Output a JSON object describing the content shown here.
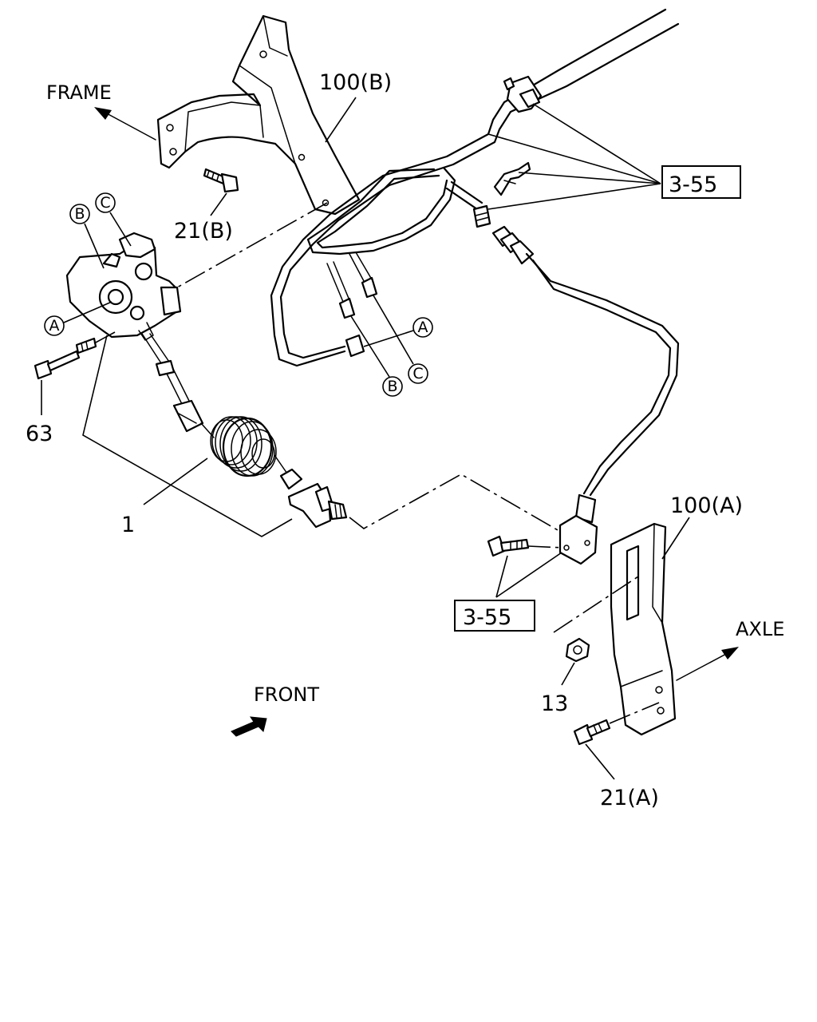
{
  "labels": {
    "frame": "FRAME",
    "axle": "AXLE",
    "front": "FRONT",
    "bracket_b": "100(B)",
    "bracket_a": "100(A)",
    "bolt_b": "21(B)",
    "bolt_a": "21(A)",
    "bolt_63": "63",
    "valve": "1",
    "nut": "13",
    "ref_top": "3-55",
    "ref_bottom": "3-55"
  },
  "callouts": {
    "a1": "A",
    "b1": "B",
    "c1": "C",
    "a2": "A",
    "b2": "B",
    "c2": "C"
  }
}
